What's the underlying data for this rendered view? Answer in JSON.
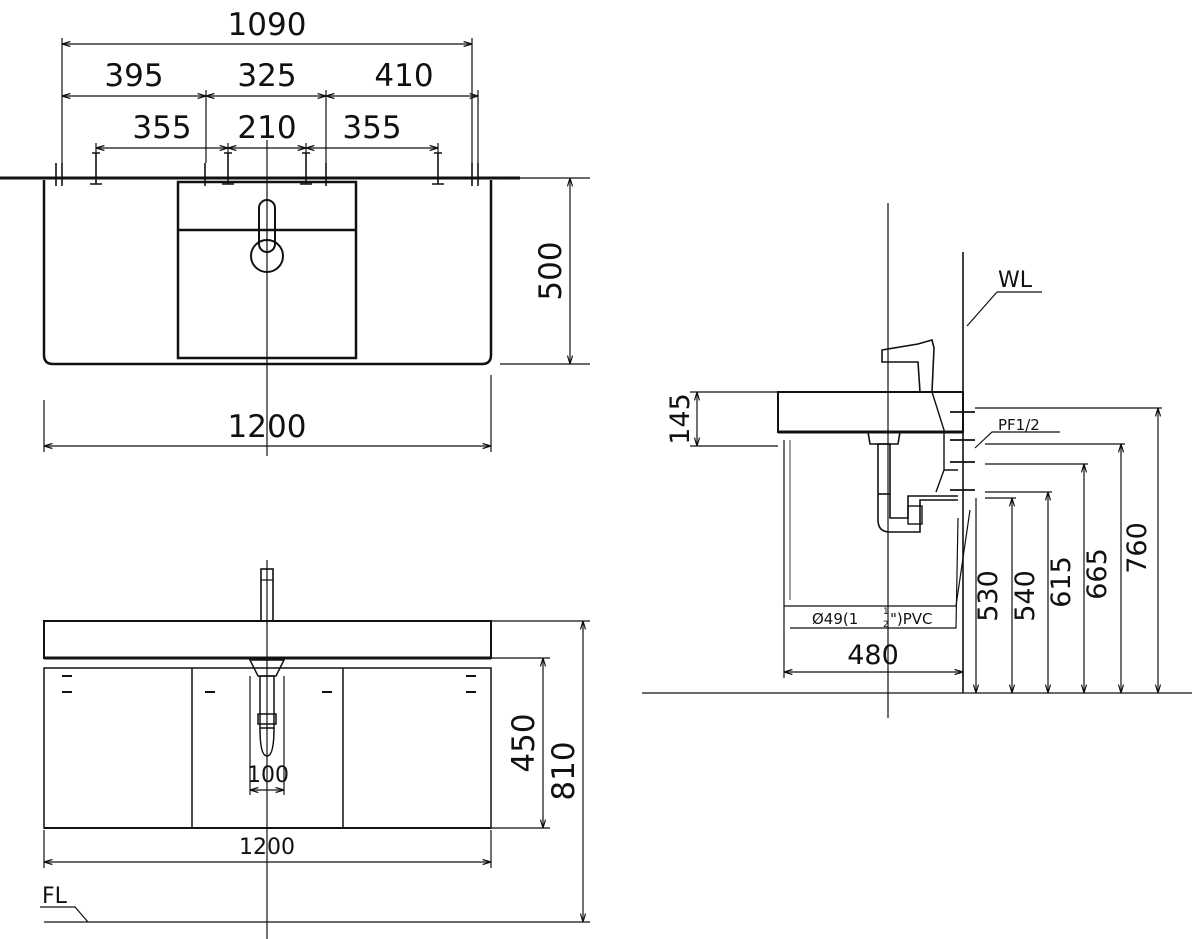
{
  "top_view": {
    "dim_overall_holes": "1090",
    "dim_left": "395",
    "dim_center": "325",
    "dim_right": "410",
    "dim_inner_left": "355",
    "dim_inner_center": "210",
    "dim_inner_right": "355",
    "dim_depth": "500",
    "dim_width": "1200"
  },
  "front_view": {
    "dim_trap": "100",
    "dim_width": "1200",
    "dim_cabinet_height": "450",
    "dim_total_height": "810",
    "floor_label": "FL"
  },
  "side_view": {
    "wall_label": "WL",
    "supply_label": "PF1/2",
    "drain_label": "Ø49(1",
    "drain_label_sup": "1",
    "drain_label_sub": "2",
    "drain_label_end": "\")PVC",
    "dim_top": "145",
    "dim_depth": "480",
    "dim_530": "530",
    "dim_540": "540",
    "dim_615": "615",
    "dim_665": "665",
    "dim_760": "760"
  }
}
